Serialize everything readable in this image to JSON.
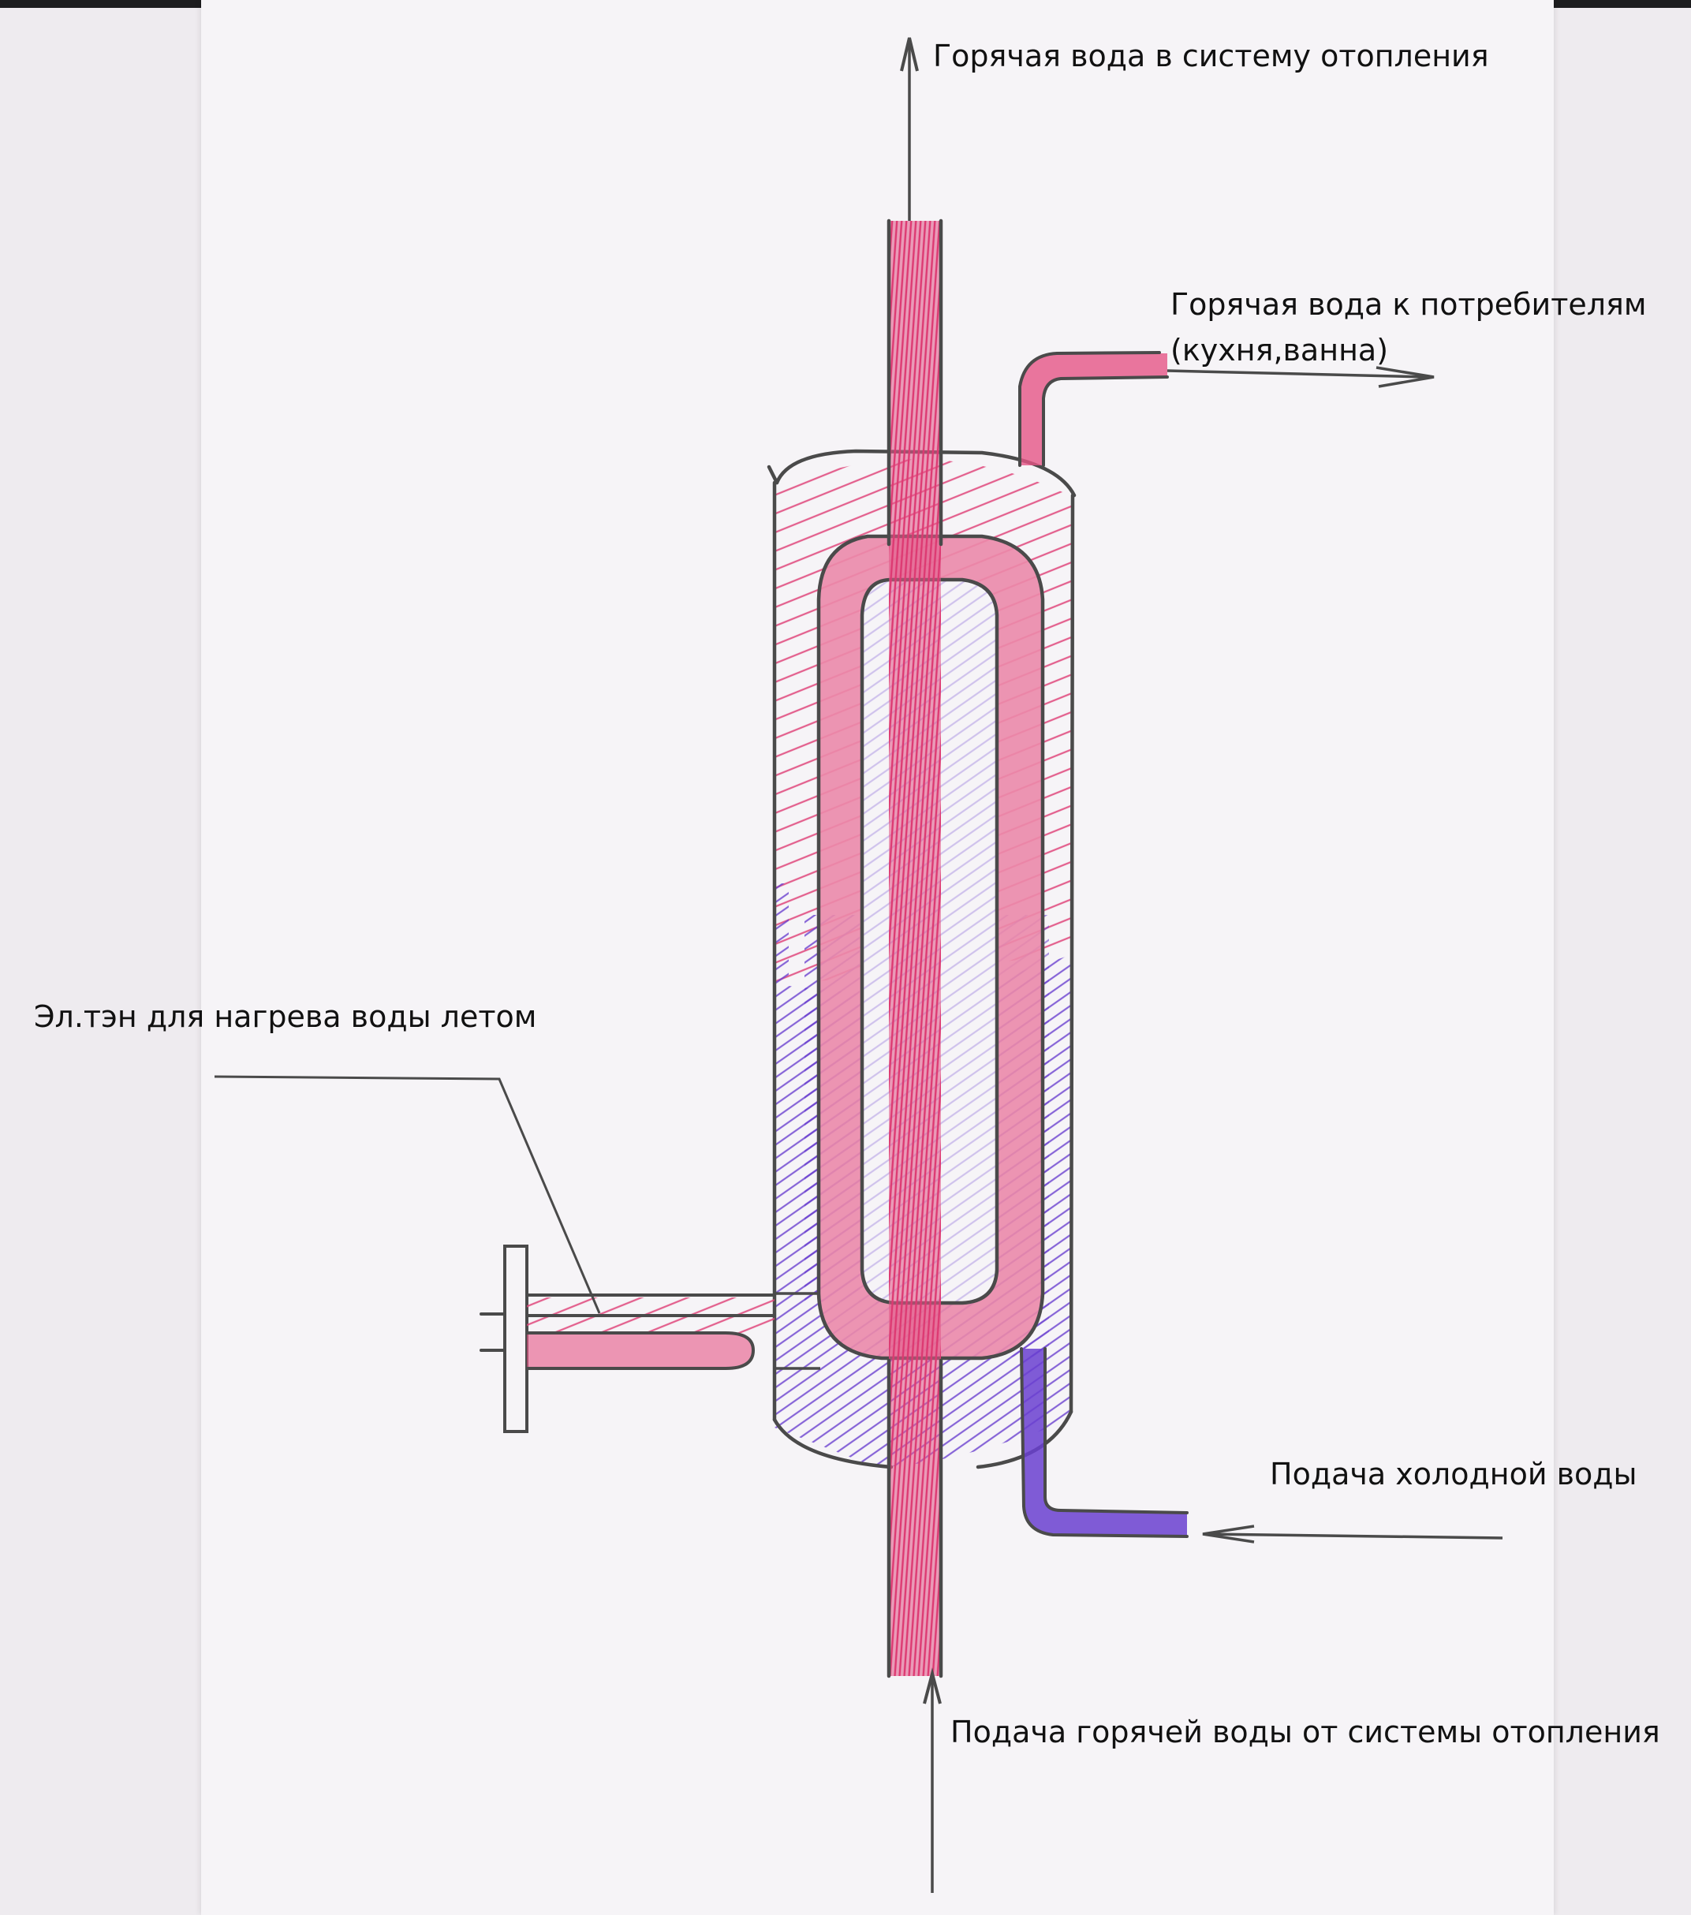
{
  "labels": {
    "hot_to_heating": "Горячая вода в систему отопления",
    "hot_to_consumers_line1": "Горячая вода к потребителям",
    "hot_to_consumers_line2": "(кухня,ванна)",
    "electric_heater": "Эл.тэн для нагрева воды летом",
    "cold_water_supply": "Подача холодной воды",
    "hot_supply_from_heating": "Подача горячей воды от системы отопления"
  },
  "colors": {
    "hot_water": "#dd3a72",
    "cold_water": "#6a3fd0",
    "pencil": "#4a4a4a",
    "paper": "#f6f4f7",
    "background": "#eeebef"
  }
}
